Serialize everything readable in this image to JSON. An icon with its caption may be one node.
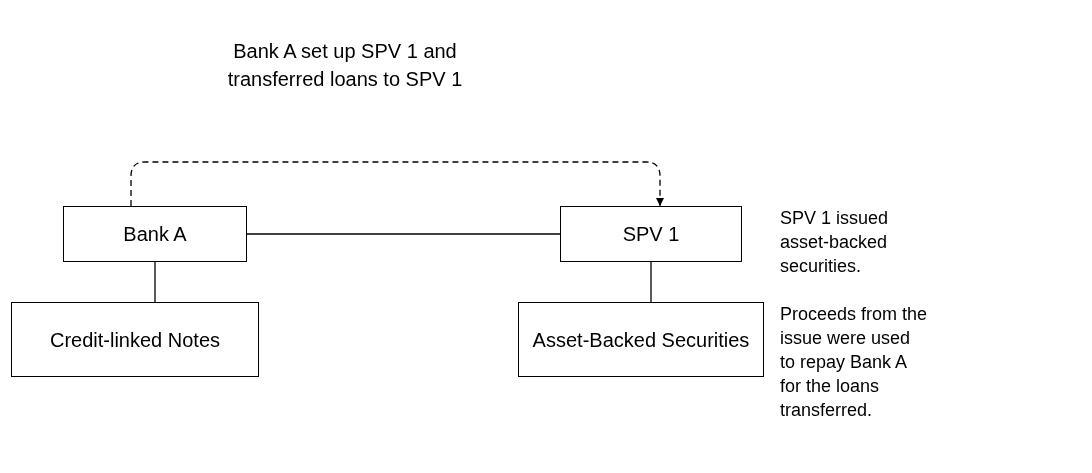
{
  "diagram": {
    "nodes": [
      {
        "text": [
          "Bank A"
        ]
      },
      {
        "text": [
          "SPV 1"
        ]
      },
      {
        "text": [
          "Credit-linked Notes"
        ]
      },
      {
        "text": [
          "Asset-Backed Securities"
        ]
      }
    ],
    "edges": [
      {
        "from": 0,
        "to": 1,
        "arrow": "to",
        "style": "dashed",
        "label": "Bank A set up SPV 1 and transferred loans to SPV 1"
      },
      {
        "from": 0,
        "to": 1,
        "arrow": "none"
      },
      {
        "from": 0,
        "to": 2,
        "arrow": "none"
      },
      {
        "from": 1,
        "to": 3,
        "arrow": "none"
      }
    ],
    "labels": [
      "SPV 1 issued asset-backed securities.",
      "Proceeds from the issue were used to repay Bank A for the loans transferred."
    ]
  }
}
